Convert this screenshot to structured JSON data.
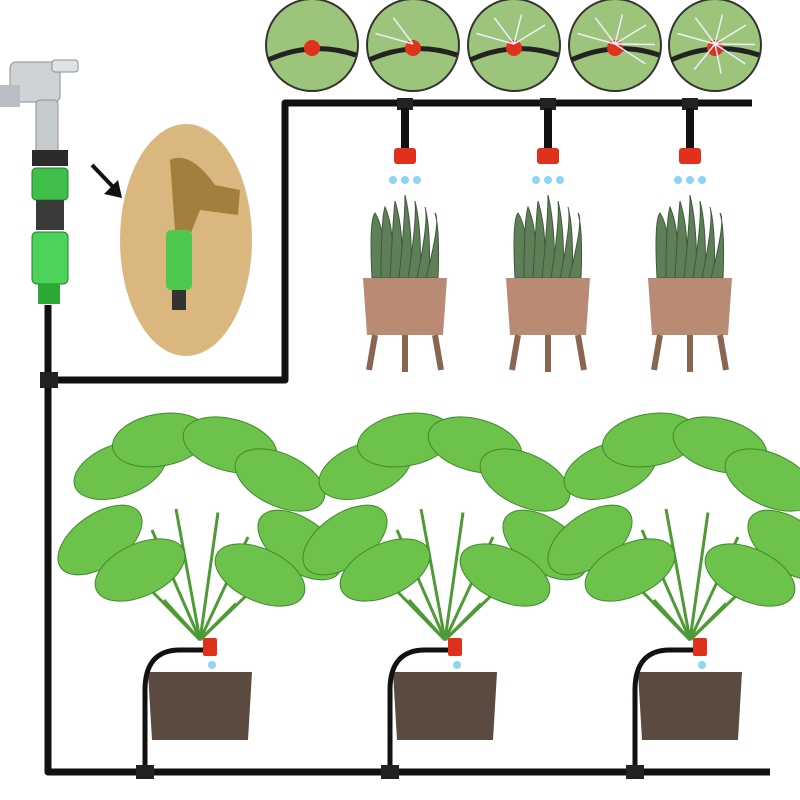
{
  "diagram": {
    "colors": {
      "background": "#ffffff",
      "tube": "#111111",
      "connector_green": "#3fbf4a",
      "dripper_red": "#e0311c",
      "pot_terracotta": "#b98a74",
      "pot_dark": "#5a4a40",
      "leaf_green": "#6cc24a",
      "snake_plant": "#5f7f58",
      "inset_bg": "#d9b77e"
    },
    "icons": [
      "faucet",
      "hose-connector",
      "arrow",
      "drip-emitter",
      "spray-preview"
    ],
    "spray_previews": 5,
    "hanging_emitters": 3,
    "ground_plants": 3
  }
}
